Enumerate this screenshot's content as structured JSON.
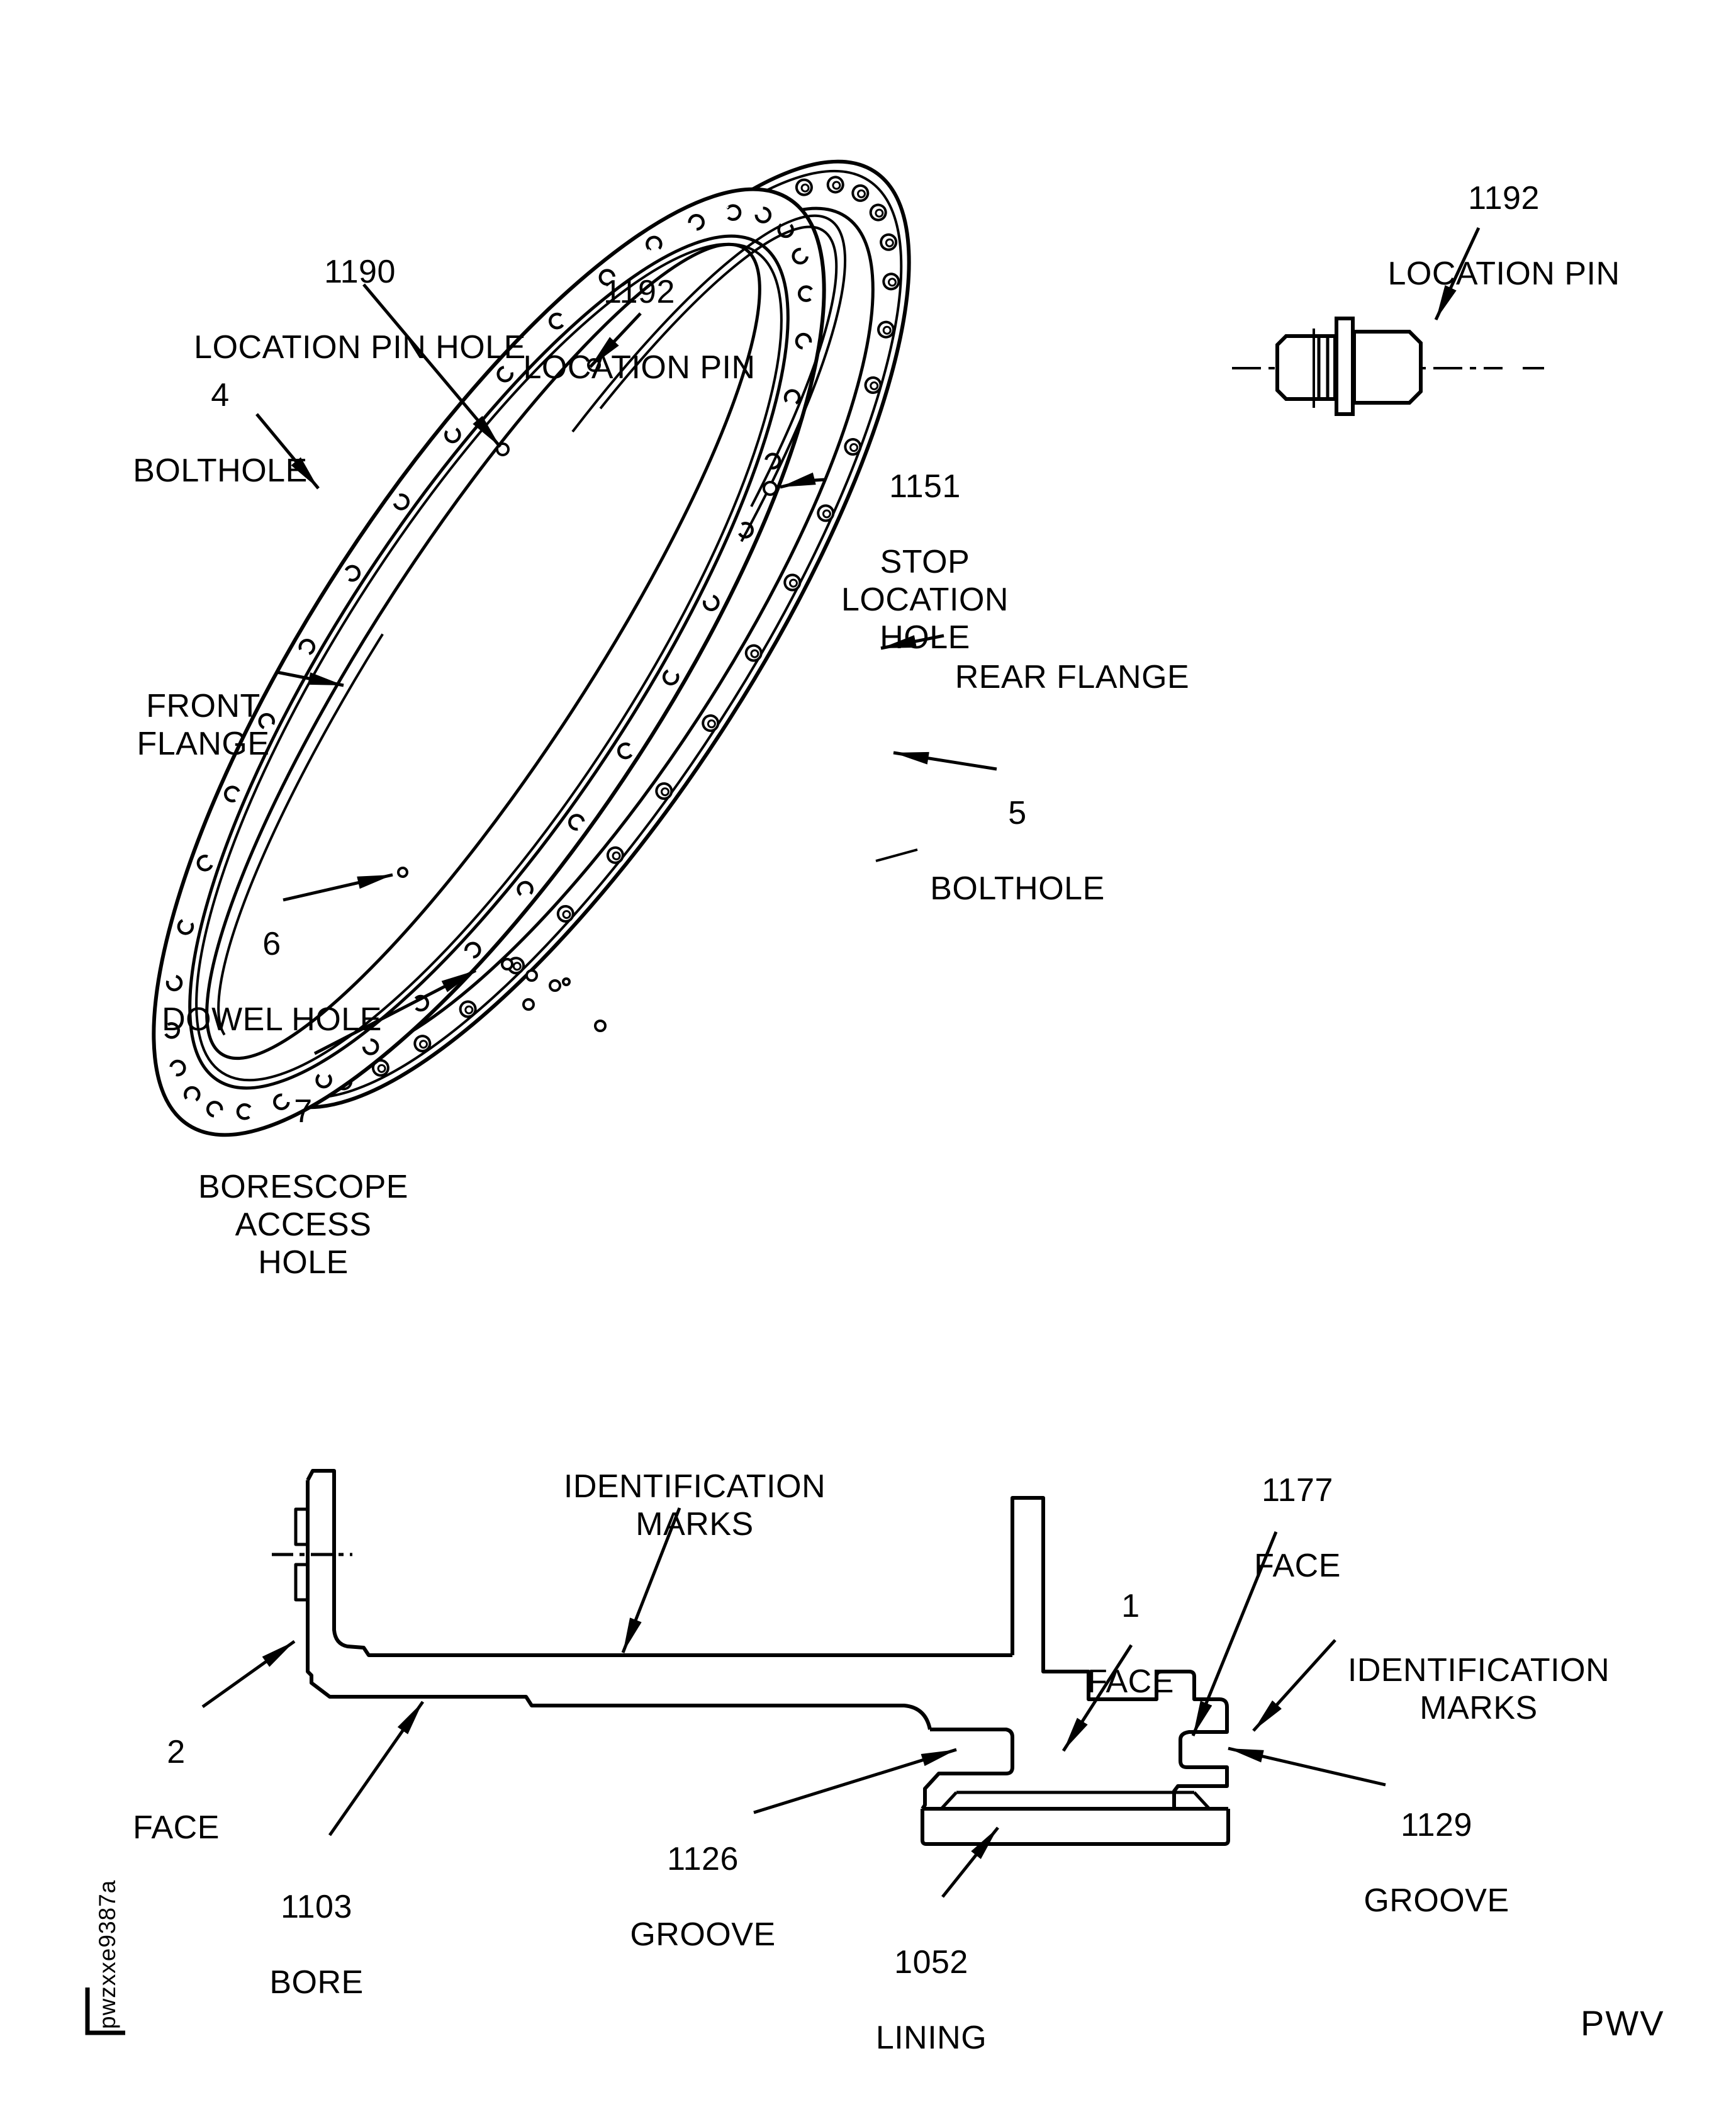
{
  "page": {
    "code_vertical": "pwzxxe9387a",
    "logo": "PWV"
  },
  "detail_pin": {
    "num": "1192",
    "name": "LOCATION PIN"
  },
  "labels": {
    "pin_hole_1190": {
      "num": "1190",
      "name": "LOCATION PIN HOLE"
    },
    "pin_1192": {
      "num": "1192",
      "name": "LOCATION PIN"
    },
    "bolthole_4": {
      "num": "4",
      "name": "BOLTHOLE"
    },
    "stop_1151": {
      "num": "1151",
      "name": "STOP LOCATION\nHOLE"
    },
    "rear_flange": {
      "name": "REAR FLANGE"
    },
    "front_flange": {
      "name": "FRONT\nFLANGE"
    },
    "bolthole_5": {
      "num": "5",
      "name": "BOLTHOLE"
    },
    "dowel_6": {
      "num": "6",
      "name": "DOWEL HOLE"
    },
    "borescope_7": {
      "num": "7",
      "name": "BORESCOPE ACCESS\nHOLE"
    },
    "ident_left": {
      "name": "IDENTIFICATION\nMARKS"
    },
    "face_1": {
      "num": "1",
      "name": "FACE"
    },
    "face_1177": {
      "num": "1177",
      "name": "FACE"
    },
    "ident_right": {
      "name": "IDENTIFICATION\nMARKS"
    },
    "face_2": {
      "num": "2",
      "name": "FACE"
    },
    "bore_1103": {
      "num": "1103",
      "name": "BORE"
    },
    "groove_1126": {
      "num": "1126",
      "name": "GROOVE"
    },
    "groove_1129": {
      "num": "1129",
      "name": "GROOVE"
    },
    "lining_1052": {
      "num": "1052",
      "name": "LINING"
    }
  },
  "colors": {
    "ink": "#000000",
    "paper": "#ffffff"
  }
}
